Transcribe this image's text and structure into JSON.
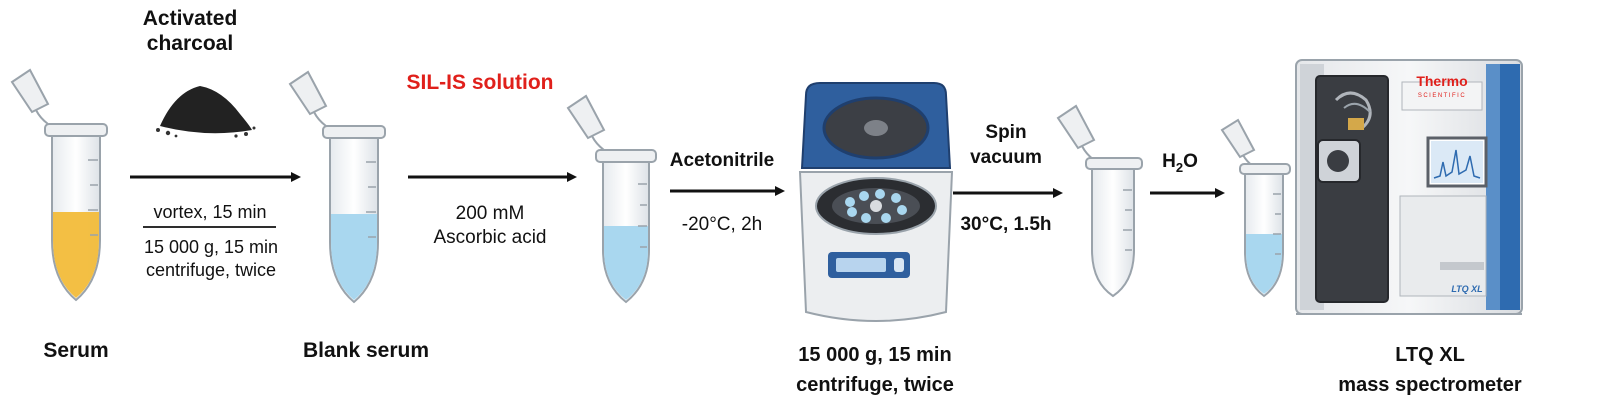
{
  "steps": {
    "serum": "Serum",
    "blank_serum": "Blank serum",
    "centrifuge_step": {
      "line1": "15 000 g, 15 min",
      "line2": "centrifuge, twice"
    },
    "ms_step": {
      "line1": "LTQ XL",
      "line2": "mass spectrometer"
    }
  },
  "reagents": {
    "charcoal": {
      "line1": "Activated",
      "line2": "charcoal"
    },
    "sil_is": "SIL-IS solution",
    "ascorbic": {
      "line1": "200 mM",
      "line2": "Ascorbic acid"
    },
    "acetonitrile": "Acetonitrile",
    "spin_vacuum": {
      "line1": "Spin",
      "line2": "vacuum"
    },
    "water": {
      "base": "H",
      "sub": "2",
      "tail": "O"
    }
  },
  "conditions": {
    "vortex": "vortex, 15 min",
    "spin1": "15 000 g, 15 min",
    "spin2": "centrifuge, twice",
    "cold": "-20°C, 2h",
    "vac": "30°C, 1.5h"
  },
  "instrument": {
    "brand": "Thermo",
    "brand_sub": "SCIENTIFIC",
    "model_badge": "LTQ XL"
  },
  "colors": {
    "serum": "#f2bc3a",
    "blank": "#a9d7ef",
    "accent_red": "#e0201b",
    "centrifuge_blue": "#2f5f9e",
    "ms_blue": "#2e6bb0"
  },
  "icons": [
    "tube-icon",
    "charcoal-pile-icon",
    "centrifuge-icon",
    "mass-spectrometer-icon",
    "arrow-icon"
  ]
}
